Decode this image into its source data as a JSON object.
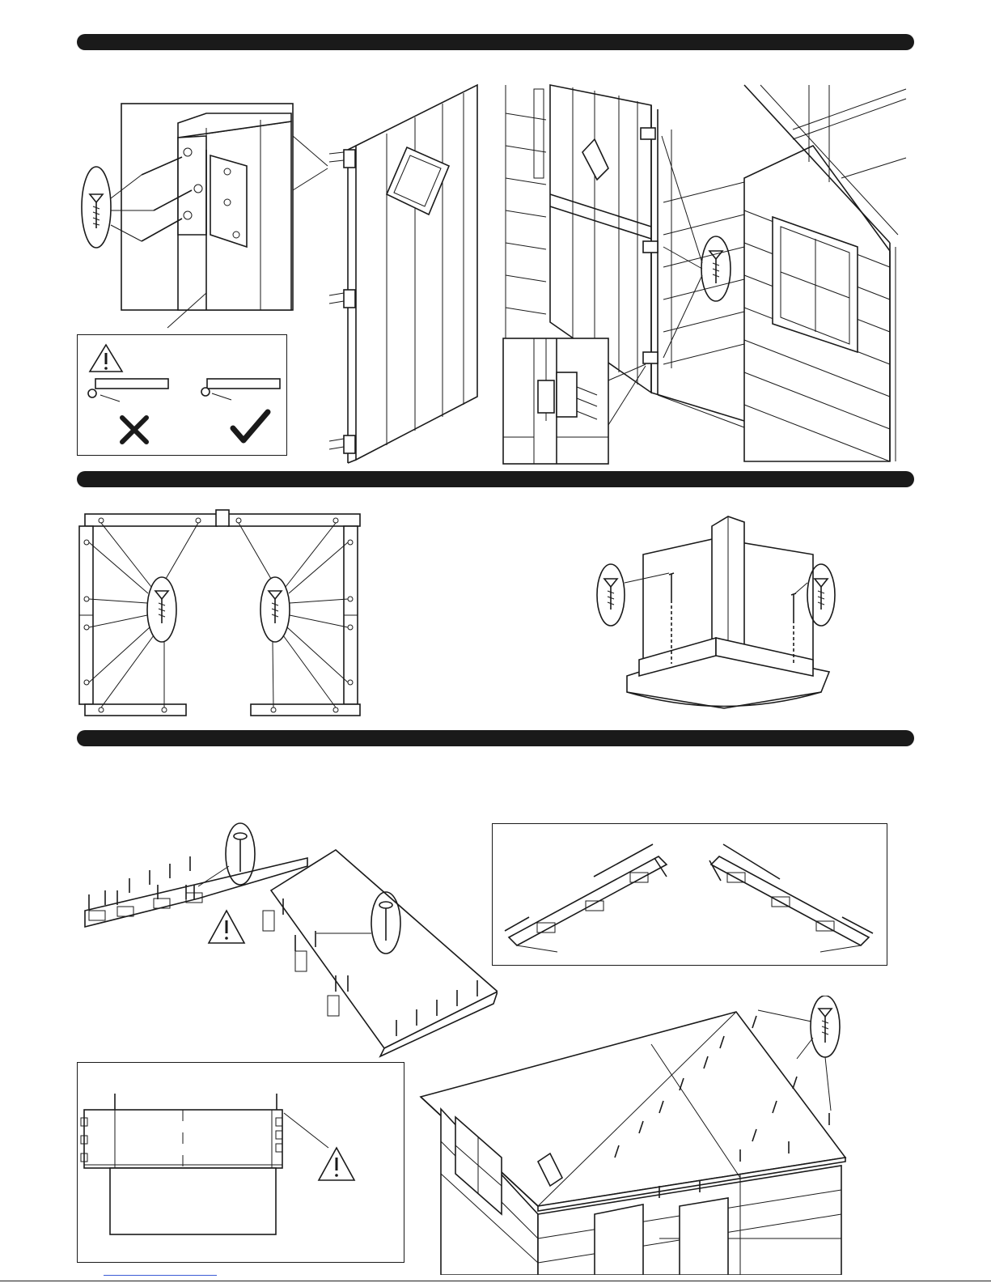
{
  "page": {
    "sections": [
      {
        "name": "door-hinge-step",
        "label": ""
      },
      {
        "name": "corner-fixing-step",
        "label": ""
      },
      {
        "name": "roof-step",
        "label": ""
      }
    ],
    "icons": {
      "screw": "screw-icon",
      "nail": "nail-icon",
      "warning": "warning-triangle-icon",
      "wrong": "cross-icon",
      "right": "check-icon"
    },
    "colors": {
      "ink": "#1a1a1a",
      "paper": "#ffffff",
      "link": "#3b5bd6"
    }
  }
}
